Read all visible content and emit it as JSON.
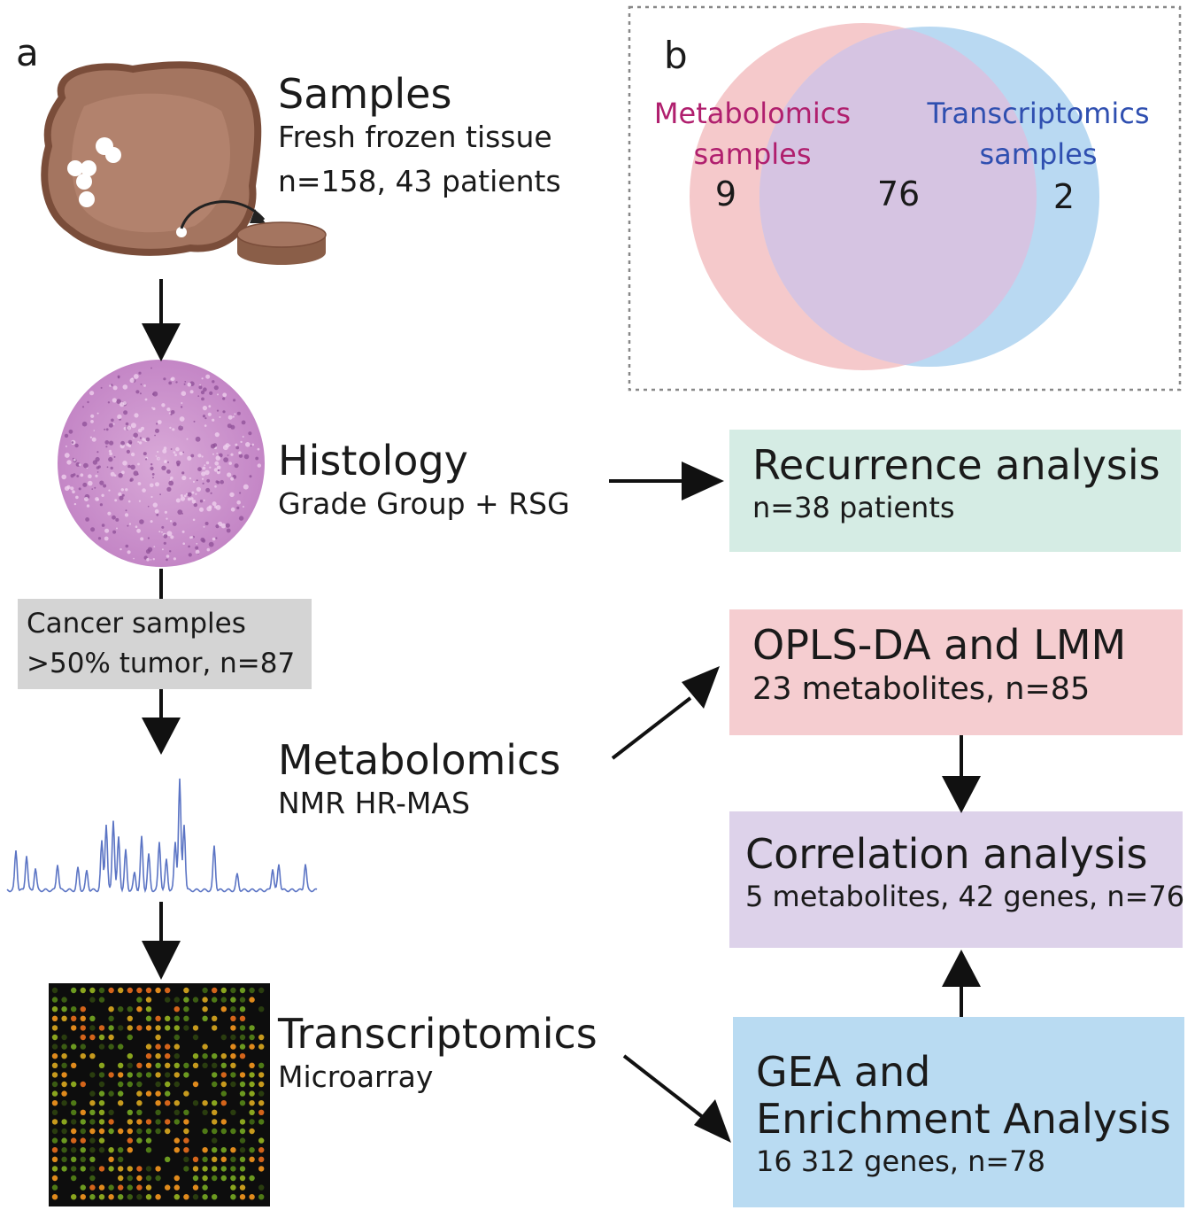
{
  "panel_a": {
    "letter": "a"
  },
  "panel_b": {
    "letter": "b",
    "left_label_line1": "Metabolomics",
    "left_label_line2": "samples",
    "right_label_line1": "Transcriptomics",
    "right_label_line2": "samples",
    "left_only": "9",
    "overlap": "76",
    "right_only": "2",
    "colors": {
      "left": "#f5c9cb",
      "right": "#b9d9f2",
      "overlap": "#d6c4e2",
      "left_text": "#b01f6e",
      "right_text": "#2f4fb0"
    }
  },
  "steps": {
    "samples": {
      "title": "Samples",
      "line1": "Fresh frozen tissue",
      "line2": "n=158, 43 patients"
    },
    "histology": {
      "title": "Histology",
      "line1": "Grade Group + RSG"
    },
    "cancer": {
      "line1": "Cancer samples",
      "line2": ">50% tumor, n=87"
    },
    "metabolomics": {
      "title": "Metabolomics",
      "line1": "NMR HR-MAS"
    },
    "transcriptomics": {
      "title": "Transcriptomics",
      "line1": "Microarray"
    }
  },
  "analyses": {
    "recurrence": {
      "title": "Recurrence analysis",
      "sub": "n=38 patients",
      "color": "#d5ece4"
    },
    "oplsda": {
      "title": "OPLS-DA and LMM",
      "sub": "23 metabolites, n=85",
      "color": "#f5cdd0"
    },
    "correlation": {
      "title": "Correlation analysis",
      "sub": "5 metabolites, 42 genes, n=76",
      "color": "#ddd2ea"
    },
    "gea": {
      "title1": "GEA and",
      "title2": "Enrichment Analysis",
      "sub": "16 312 genes, n=78",
      "color": "#b9dbf2"
    }
  }
}
